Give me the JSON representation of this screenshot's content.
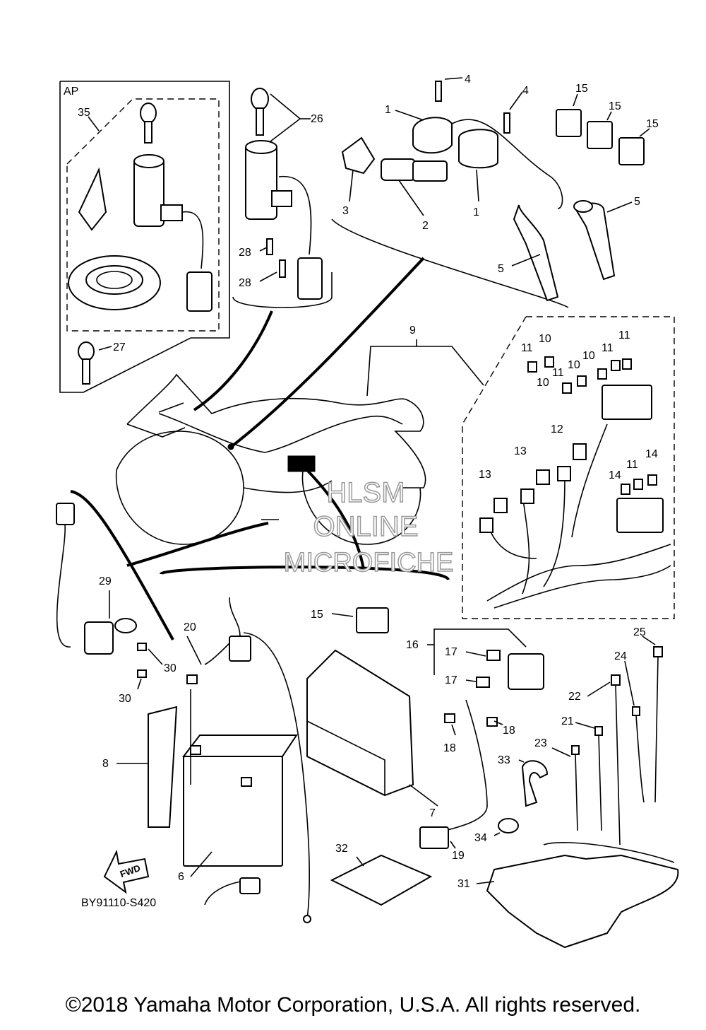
{
  "diagram": {
    "kit_label": "AP",
    "diagram_code": "BY91110-S420",
    "fwd_arrow": "FWD",
    "watermark": [
      "HLSM",
      "ONLINE",
      "MICROFICHE"
    ],
    "callouts": [
      "1",
      "1",
      "2",
      "3",
      "4",
      "4",
      "5",
      "5",
      "6",
      "7",
      "8",
      "9",
      "10",
      "10",
      "10",
      "11",
      "11",
      "11",
      "11",
      "11",
      "12",
      "13",
      "13",
      "14",
      "14",
      "15",
      "15",
      "15",
      "15",
      "16",
      "17",
      "17",
      "18",
      "18",
      "19",
      "20",
      "21",
      "22",
      "23",
      "24",
      "25",
      "26",
      "27",
      "28",
      "28",
      "29",
      "30",
      "30",
      "31",
      "32",
      "33",
      "34",
      "35"
    ]
  },
  "copyright": "©2018 Yamaha Motor Corporation, U.S.A. All rights reserved."
}
